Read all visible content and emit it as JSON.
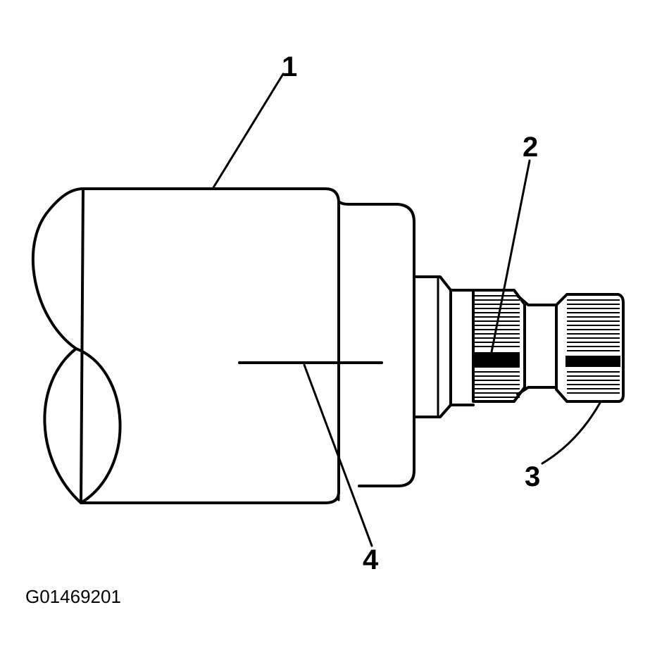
{
  "callouts": {
    "c1": "1",
    "c2": "2",
    "c3": "3",
    "c4": "4"
  },
  "figure_id": "G01469201",
  "colors": {
    "line": "#000000",
    "background": "#ffffff"
  }
}
